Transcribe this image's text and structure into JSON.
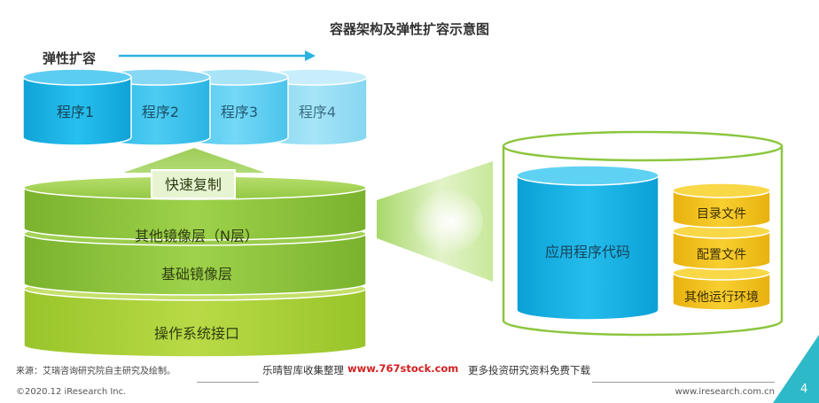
{
  "title": "容器架构及弹性扩容示意图",
  "scale_label": "弹性扩容",
  "programs": [
    "程序1",
    "程序2",
    "程序3",
    "程序4"
  ],
  "copy_label": "快速复制",
  "layers": {
    "n_layers": "其他镜像层（N层）",
    "base": "基础镜像层",
    "os": "操作系统接口"
  },
  "container": {
    "app_code": "应用程序代码",
    "files": [
      "目录文件",
      "配置文件",
      "其他运行环境"
    ]
  },
  "footer": {
    "source": "来源：艾瑞咨询研究院自主研究及绘制。",
    "watermark_a": "乐晴智库收集整理",
    "watermark_b": "www.767stock.com",
    "watermark_c": "更多投资研究资料免费下载",
    "copyright": "©2020.12 iResearch Inc.",
    "website": "www.iresearch.com.cn",
    "page": "4"
  },
  "colors": {
    "program_blue": "#1fb8e8",
    "layer_green": "#8cc63f",
    "os_green": "#aad037",
    "file_yellow": "#f4c318",
    "accent_teal": "#2db9c8"
  }
}
